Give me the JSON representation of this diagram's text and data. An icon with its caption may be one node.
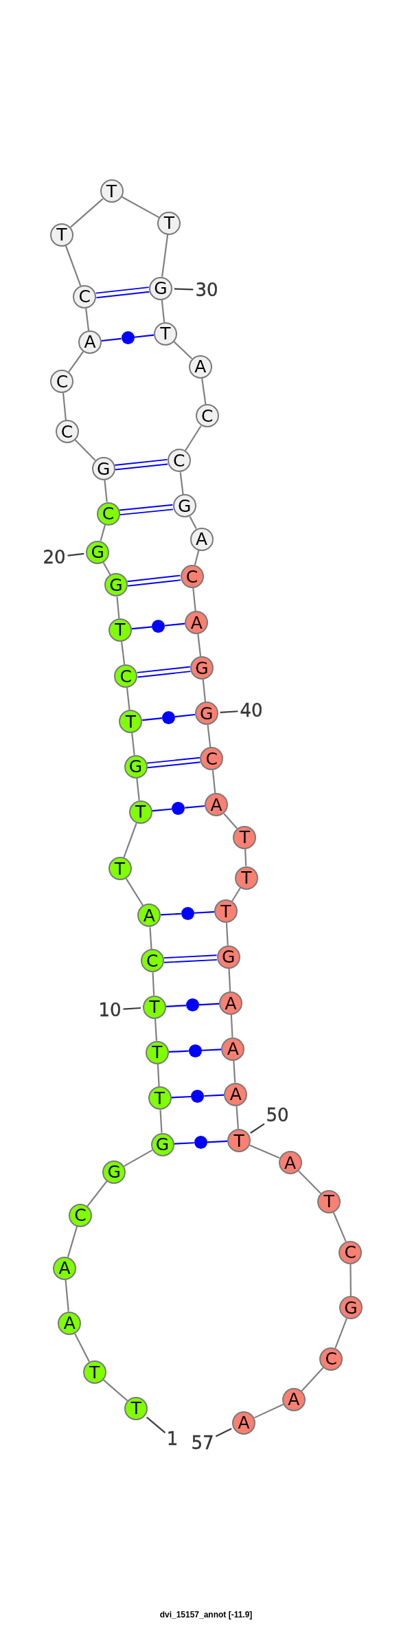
{
  "diagram": {
    "caption": "dvi_15157_annot [-11.9]",
    "nodes": [
      {
        "text": [
          "T"
        ]
      },
      {
        "text": [
          "T"
        ]
      },
      {
        "text": [
          "A"
        ]
      },
      {
        "text": [
          "A"
        ]
      },
      {
        "text": [
          "C"
        ]
      },
      {
        "text": [
          "G"
        ]
      },
      {
        "text": [
          "G"
        ]
      },
      {
        "text": [
          "T"
        ]
      },
      {
        "text": [
          "T"
        ]
      },
      {
        "text": [
          "T"
        ]
      },
      {
        "text": [
          "C"
        ]
      },
      {
        "text": [
          "A"
        ]
      },
      {
        "text": [
          "T"
        ]
      },
      {
        "text": [
          "T"
        ]
      },
      {
        "text": [
          "G"
        ]
      },
      {
        "text": [
          "T"
        ]
      },
      {
        "text": [
          "C"
        ]
      },
      {
        "text": [
          "T"
        ]
      },
      {
        "text": [
          "G"
        ]
      },
      {
        "text": [
          "G"
        ]
      },
      {
        "text": [
          "C"
        ]
      },
      {
        "text": [
          "G"
        ]
      },
      {
        "text": [
          "C"
        ]
      },
      {
        "text": [
          "C"
        ]
      },
      {
        "text": [
          "A"
        ]
      },
      {
        "text": [
          "C"
        ]
      },
      {
        "text": [
          "T"
        ]
      },
      {
        "text": [
          "T"
        ]
      },
      {
        "text": [
          "T"
        ]
      },
      {
        "text": [
          "G"
        ]
      },
      {
        "text": [
          "T"
        ]
      },
      {
        "text": [
          "A"
        ]
      },
      {
        "text": [
          "C"
        ]
      },
      {
        "text": [
          "C"
        ]
      },
      {
        "text": [
          "G"
        ]
      },
      {
        "text": [
          "A"
        ]
      },
      {
        "text": [
          "C"
        ]
      },
      {
        "text": [
          "A"
        ]
      },
      {
        "text": [
          "G"
        ]
      },
      {
        "text": [
          "G"
        ]
      },
      {
        "text": [
          "C"
        ]
      },
      {
        "text": [
          "A"
        ]
      },
      {
        "text": [
          "T"
        ]
      },
      {
        "text": [
          "T"
        ]
      },
      {
        "text": [
          "T"
        ]
      },
      {
        "text": [
          "G"
        ]
      },
      {
        "text": [
          "A"
        ]
      },
      {
        "text": [
          "A"
        ]
      },
      {
        "text": [
          "A"
        ]
      },
      {
        "text": [
          "T"
        ]
      },
      {
        "text": [
          "A"
        ]
      },
      {
        "text": [
          "T"
        ]
      },
      {
        "text": [
          "C"
        ]
      },
      {
        "text": [
          "G"
        ]
      },
      {
        "text": [
          "C"
        ]
      },
      {
        "text": [
          "A"
        ]
      },
      {
        "text": [
          "A"
        ]
      },
      {
        "text": [
          "1"
        ]
      },
      {
        "text": [
          "10"
        ]
      },
      {
        "text": [
          "20"
        ]
      },
      {
        "text": [
          "30"
        ]
      },
      {
        "text": [
          "40"
        ]
      },
      {
        "text": [
          "50"
        ]
      },
      {
        "text": [
          "57"
        ]
      },
      {
        "text": [],
        "shape": "circle"
      },
      {
        "text": [],
        "shape": "circle"
      },
      {
        "text": [],
        "shape": "circle"
      },
      {
        "text": [],
        "shape": "circle"
      },
      {
        "text": [],
        "shape": "circle"
      },
      {
        "text": [],
        "shape": "circle"
      },
      {
        "text": [],
        "shape": "circle"
      },
      {
        "text": [],
        "shape": "circle"
      },
      {
        "text": [],
        "shape": "circle"
      }
    ],
    "edges": [
      {
        "from": 0,
        "to": 1,
        "arrow": "none"
      },
      {
        "from": 1,
        "to": 2,
        "arrow": "none"
      },
      {
        "from": 2,
        "to": 3,
        "arrow": "none"
      },
      {
        "from": 3,
        "to": 4,
        "arrow": "none"
      },
      {
        "from": 4,
        "to": 5,
        "arrow": "none"
      },
      {
        "from": 5,
        "to": 6,
        "arrow": "none"
      },
      {
        "from": 6,
        "to": 7,
        "arrow": "none"
      },
      {
        "from": 7,
        "to": 8,
        "arrow": "none"
      },
      {
        "from": 8,
        "to": 9,
        "arrow": "none"
      },
      {
        "from": 9,
        "to": 10,
        "arrow": "none"
      },
      {
        "from": 10,
        "to": 11,
        "arrow": "none"
      },
      {
        "from": 11,
        "to": 12,
        "arrow": "none"
      },
      {
        "from": 12,
        "to": 13,
        "arrow": "none"
      },
      {
        "from": 13,
        "to": 14,
        "arrow": "none"
      },
      {
        "from": 14,
        "to": 15,
        "arrow": "none"
      },
      {
        "from": 15,
        "to": 16,
        "arrow": "none"
      },
      {
        "from": 16,
        "to": 17,
        "arrow": "none"
      },
      {
        "from": 17,
        "to": 18,
        "arrow": "none"
      },
      {
        "from": 18,
        "to": 19,
        "arrow": "none"
      },
      {
        "from": 19,
        "to": 20,
        "arrow": "none"
      },
      {
        "from": 20,
        "to": 21,
        "arrow": "none"
      },
      {
        "from": 21,
        "to": 22,
        "arrow": "none"
      },
      {
        "from": 22,
        "to": 23,
        "arrow": "none"
      },
      {
        "from": 23,
        "to": 24,
        "arrow": "none"
      },
      {
        "from": 24,
        "to": 25,
        "arrow": "none"
      },
      {
        "from": 25,
        "to": 26,
        "arrow": "none"
      },
      {
        "from": 26,
        "to": 27,
        "arrow": "none"
      },
      {
        "from": 27,
        "to": 28,
        "arrow": "none"
      },
      {
        "from": 28,
        "to": 29,
        "arrow": "none"
      },
      {
        "from": 29,
        "to": 30,
        "arrow": "none"
      },
      {
        "from": 30,
        "to": 31,
        "arrow": "none"
      },
      {
        "from": 31,
        "to": 32,
        "arrow": "none"
      },
      {
        "from": 32,
        "to": 33,
        "arrow": "none"
      },
      {
        "from": 33,
        "to": 34,
        "arrow": "none"
      },
      {
        "from": 34,
        "to": 35,
        "arrow": "none"
      },
      {
        "from": 35,
        "to": 36,
        "arrow": "none"
      },
      {
        "from": 36,
        "to": 37,
        "arrow": "none"
      },
      {
        "from": 37,
        "to": 38,
        "arrow": "none"
      },
      {
        "from": 38,
        "to": 39,
        "arrow": "none"
      },
      {
        "from": 39,
        "to": 40,
        "arrow": "none"
      },
      {
        "from": 40,
        "to": 41,
        "arrow": "none"
      },
      {
        "from": 41,
        "to": 42,
        "arrow": "none"
      },
      {
        "from": 42,
        "to": 43,
        "arrow": "none"
      },
      {
        "from": 43,
        "to": 44,
        "arrow": "none"
      },
      {
        "from": 44,
        "to": 45,
        "arrow": "none"
      },
      {
        "from": 45,
        "to": 46,
        "arrow": "none"
      },
      {
        "from": 46,
        "to": 47,
        "arrow": "none"
      },
      {
        "from": 47,
        "to": 48,
        "arrow": "none"
      },
      {
        "from": 48,
        "to": 49,
        "arrow": "none"
      },
      {
        "from": 49,
        "to": 50,
        "arrow": "none"
      },
      {
        "from": 50,
        "to": 51,
        "arrow": "none"
      },
      {
        "from": 51,
        "to": 52,
        "arrow": "none"
      },
      {
        "from": 52,
        "to": 53,
        "arrow": "none"
      },
      {
        "from": 53,
        "to": 54,
        "arrow": "none"
      },
      {
        "from": 54,
        "to": 55,
        "arrow": "none"
      },
      {
        "from": 55,
        "to": 56,
        "arrow": "none"
      },
      {
        "from": 24,
        "to": 64,
        "arrow": "none",
        "color": "#0000ff"
      },
      {
        "from": 64,
        "to": 30,
        "arrow": "none",
        "color": "#0000ff"
      },
      {
        "from": 25,
        "to": 29,
        "arrow": "none",
        "color": "#0000ff"
      },
      {
        "from": 21,
        "to": 33,
        "arrow": "none",
        "color": "#0000ff"
      },
      {
        "from": 20,
        "to": 34,
        "arrow": "none",
        "color": "#0000ff"
      },
      {
        "from": 18,
        "to": 36,
        "arrow": "none",
        "color": "#0000ff"
      },
      {
        "from": 17,
        "to": 65,
        "arrow": "none",
        "color": "#0000ff"
      },
      {
        "from": 65,
        "to": 37,
        "arrow": "none",
        "color": "#0000ff"
      },
      {
        "from": 16,
        "to": 38,
        "arrow": "none",
        "color": "#0000ff"
      },
      {
        "from": 15,
        "to": 66,
        "arrow": "none",
        "color": "#0000ff"
      },
      {
        "from": 66,
        "to": 39,
        "arrow": "none",
        "color": "#0000ff"
      },
      {
        "from": 14,
        "to": 40,
        "arrow": "none",
        "color": "#0000ff"
      },
      {
        "from": 13,
        "to": 67,
        "arrow": "none",
        "color": "#0000ff"
      },
      {
        "from": 67,
        "to": 41,
        "arrow": "none",
        "color": "#0000ff"
      },
      {
        "from": 11,
        "to": 68,
        "arrow": "none",
        "color": "#0000ff"
      },
      {
        "from": 68,
        "to": 44,
        "arrow": "none",
        "color": "#0000ff"
      },
      {
        "from": 10,
        "to": 45,
        "arrow": "none",
        "color": "#0000ff"
      },
      {
        "from": 9,
        "to": 69,
        "arrow": "none",
        "color": "#0000ff"
      },
      {
        "from": 69,
        "to": 46,
        "arrow": "none",
        "color": "#0000ff"
      },
      {
        "from": 8,
        "to": 70,
        "arrow": "none",
        "color": "#0000ff"
      },
      {
        "from": 70,
        "to": 47,
        "arrow": "none",
        "color": "#0000ff"
      },
      {
        "from": 7,
        "to": 71,
        "arrow": "none",
        "color": "#0000ff"
      },
      {
        "from": 71,
        "to": 48,
        "arrow": "none",
        "color": "#0000ff"
      },
      {
        "from": 6,
        "to": 72,
        "arrow": "none",
        "color": "#0000ff"
      },
      {
        "from": 72,
        "to": 49,
        "arrow": "none",
        "color": "#0000ff"
      },
      {
        "from": 57,
        "to": 0,
        "arrow": "none",
        "color": "#3c3c3c"
      },
      {
        "from": 58,
        "to": 9,
        "arrow": "none",
        "color": "#3c3c3c"
      },
      {
        "from": 59,
        "to": 19,
        "arrow": "none",
        "color": "#3c3c3c"
      },
      {
        "from": 60,
        "to": 29,
        "arrow": "none",
        "color": "#3c3c3c"
      },
      {
        "from": 61,
        "to": 39,
        "arrow": "none",
        "color": "#3c3c3c"
      },
      {
        "from": 62,
        "to": 49,
        "arrow": "none",
        "color": "#3c3c3c"
      },
      {
        "from": 63,
        "to": 56,
        "arrow": "none",
        "color": "#3c3c3c"
      }
    ]
  }
}
